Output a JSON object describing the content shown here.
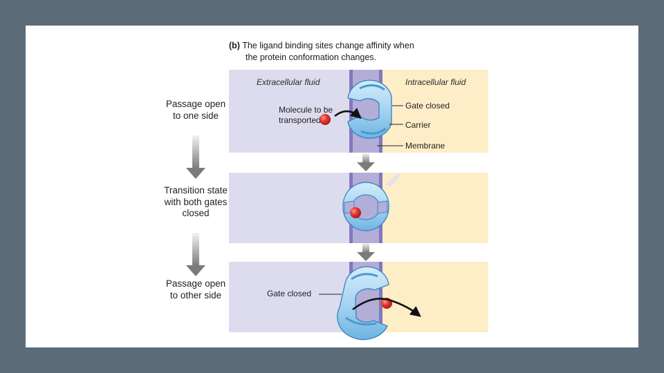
{
  "caption": {
    "lead": "(b)",
    "line1": "The ligand binding sites change affinity when",
    "line2": "the protein conformation changes."
  },
  "steps": [
    {
      "label": "Passage open to one side"
    },
    {
      "label": "Transition state with both gates closed"
    },
    {
      "label": "Passage open to other side"
    }
  ],
  "panel1": {
    "extracellular_label": "Extracellular fluid",
    "intracellular_label": "Intracellular fluid",
    "molecule_label": "Molecule to be transported",
    "gate_label": "Gate closed",
    "carrier_label": "Carrier",
    "membrane_label": "Membrane"
  },
  "panel3": {
    "gate_label": "Gate closed"
  },
  "colors": {
    "background": "#5b6b78",
    "extracellular": "#dddcee",
    "intracellular": "#fdeec8",
    "membrane": "#b3aed8",
    "carrier": "#a9d6f2",
    "molecule": "#e03a32",
    "arrow": "#8a8a8a"
  }
}
